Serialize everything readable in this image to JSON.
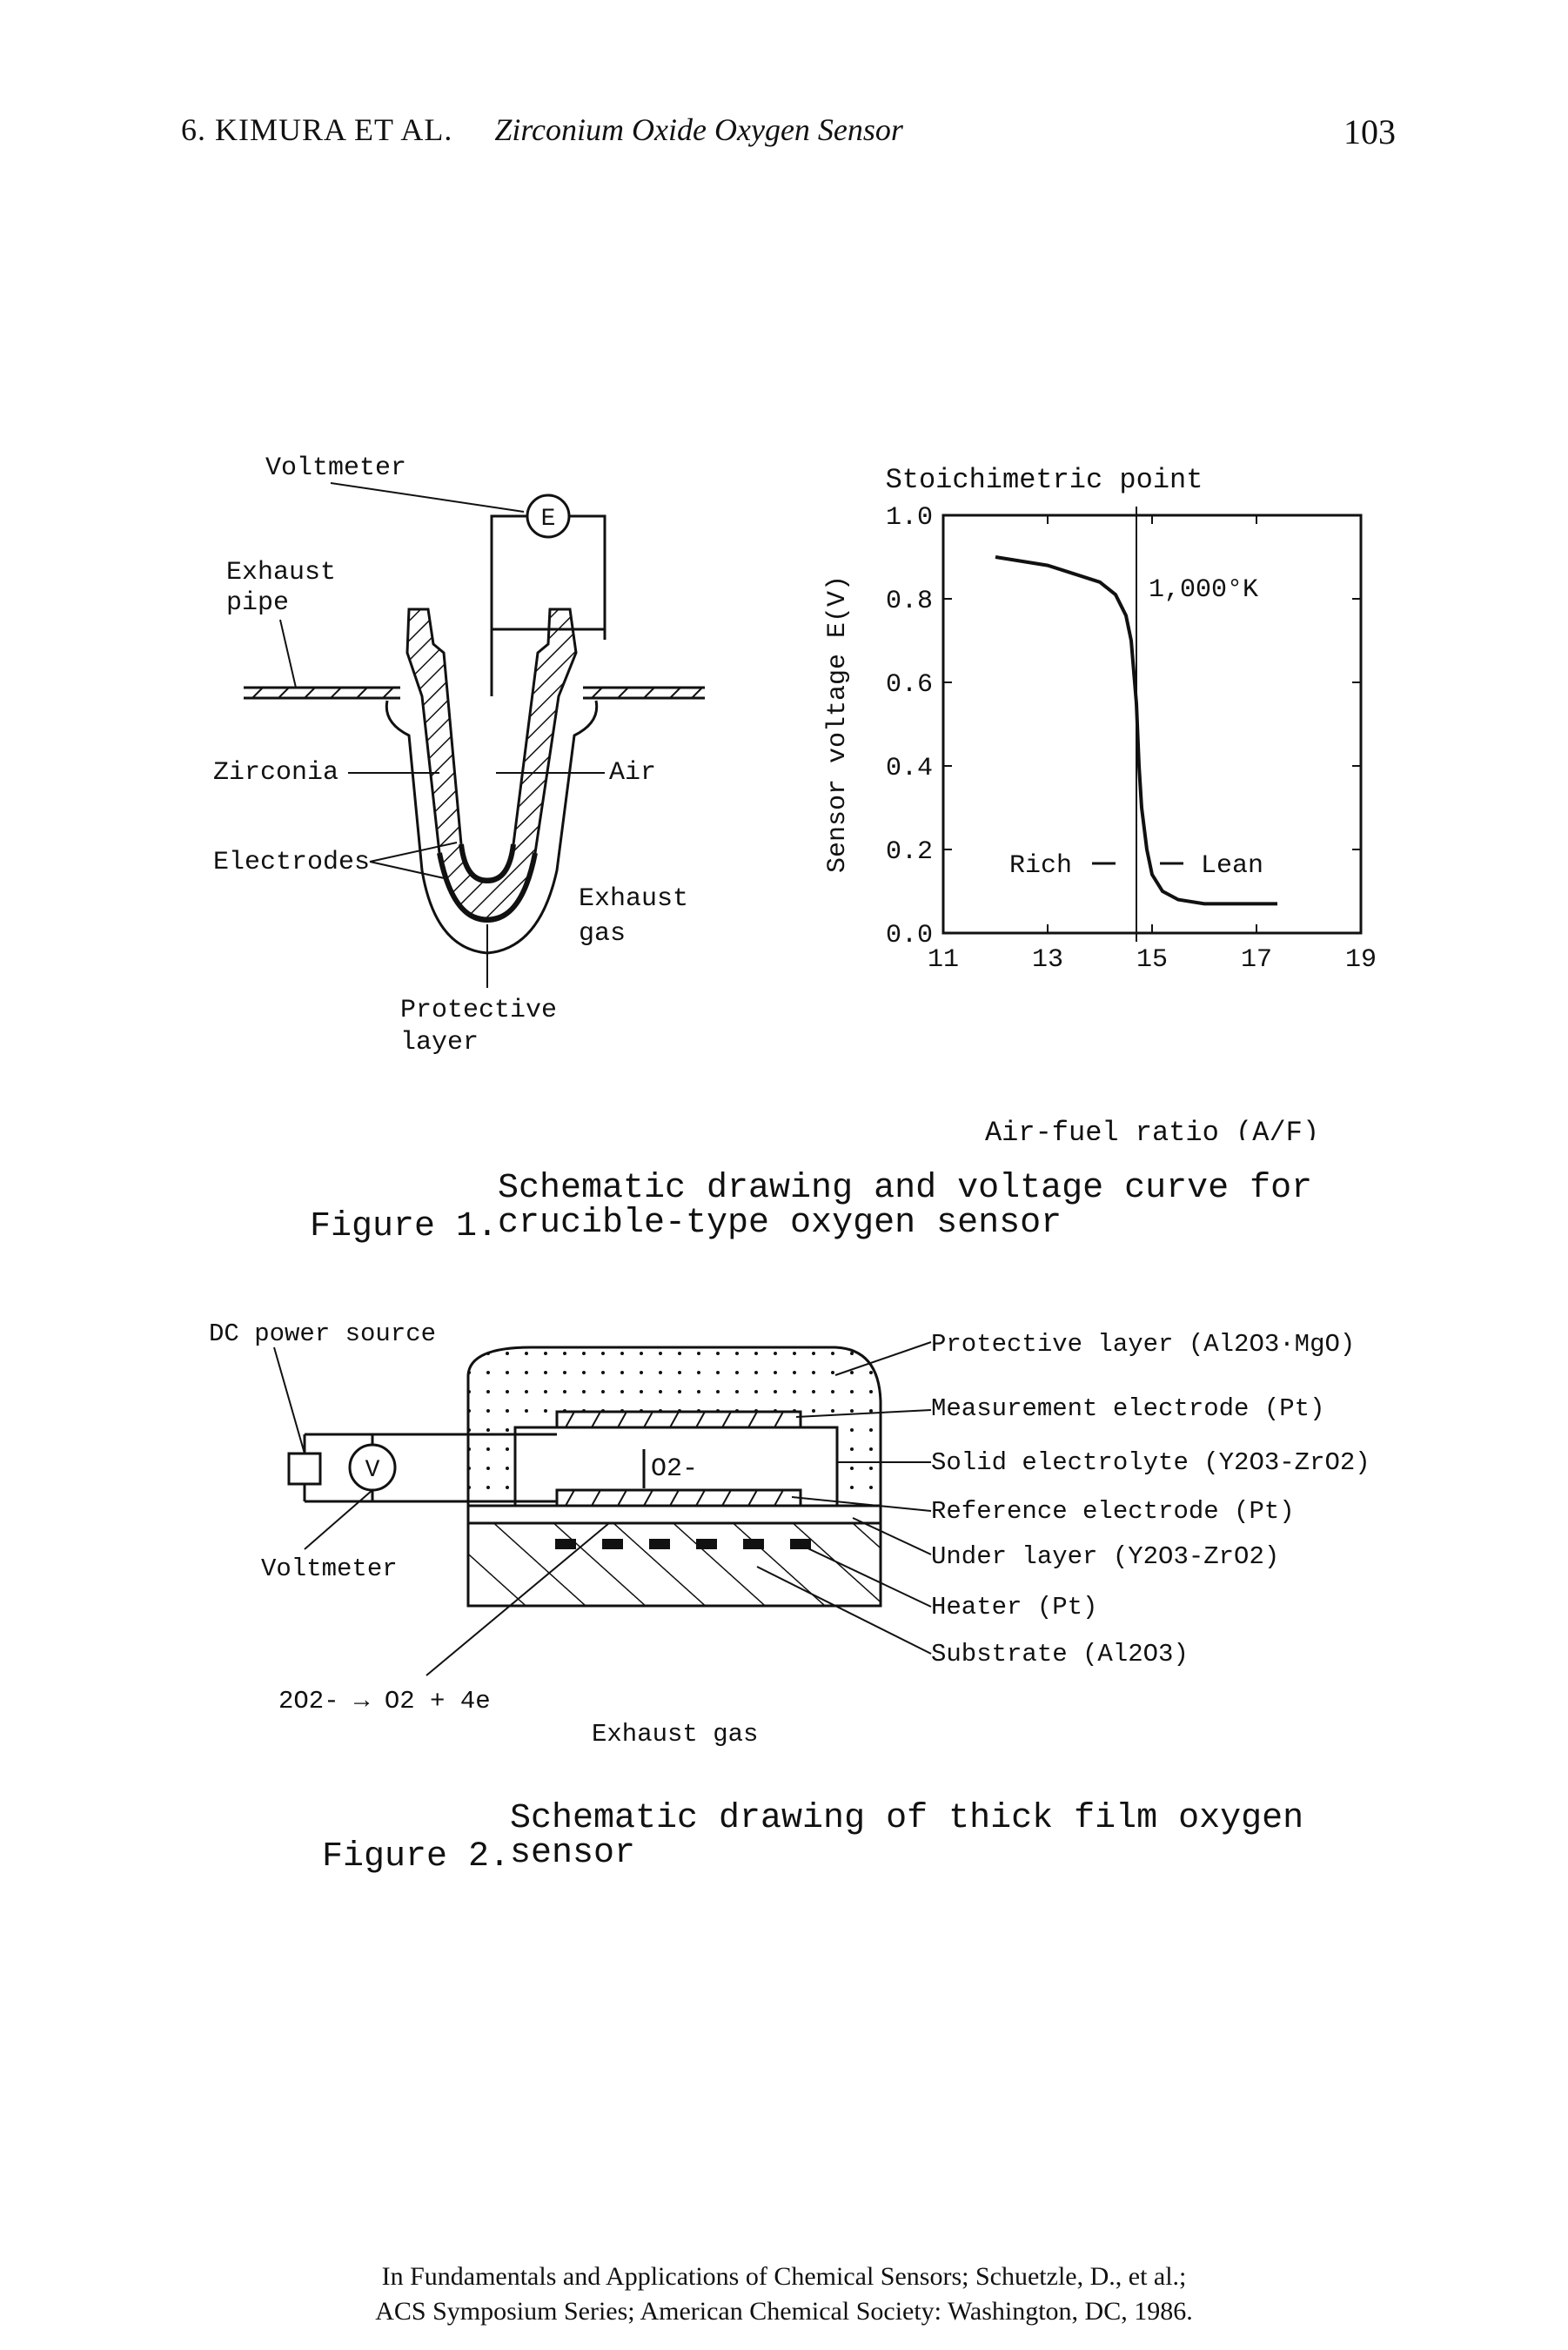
{
  "header": {
    "chapter_author": "6.  KIMURA ET AL.",
    "title": "Zirconium Oxide Oxygen Sensor",
    "page_number": "103"
  },
  "figure1": {
    "schematic_labels": {
      "voltmeter": "Voltmeter",
      "e": "E",
      "exhaust_pipe_1": "Exhaust",
      "exhaust_pipe_2": "pipe",
      "zirconia": "Zirconia",
      "air": "Air",
      "electrodes": "Electrodes",
      "exhaust_gas_1": "Exhaust",
      "exhaust_gas_2": "gas",
      "protective_layer_1": "Protective",
      "protective_layer_2": "layer"
    },
    "caption_label": "Figure 1.",
    "caption_line1": "Schematic drawing and voltage curve for",
    "caption_line2": "crucible-type oxygen sensor"
  },
  "chart_data": {
    "type": "line",
    "title": "Stoichimetric point",
    "xlabel": "Air-fuel ratio (A/F)",
    "ylabel": "Sensor voltage E(V)",
    "xlim": [
      11,
      19
    ],
    "ylim": [
      0.0,
      1.0
    ],
    "x_ticks": [
      "11",
      "13",
      "15",
      "17",
      "19"
    ],
    "y_ticks": [
      "0.0",
      "0.2",
      "0.4",
      "0.6",
      "0.8",
      "1.0"
    ],
    "vertical_line_x": 14.7,
    "annotations": {
      "temperature": "1,000°K",
      "rich": "Rich",
      "lean": "Lean"
    },
    "grid": false,
    "series": [
      {
        "x": [
          12.0,
          13.0,
          13.5,
          14.0,
          14.3,
          14.5,
          14.6,
          14.7,
          14.75,
          14.8,
          14.9,
          15.0,
          15.2,
          15.5,
          16.0,
          16.5,
          17.0,
          17.4
        ],
        "values": [
          0.9,
          0.88,
          0.86,
          0.84,
          0.81,
          0.76,
          0.7,
          0.55,
          0.4,
          0.3,
          0.2,
          0.14,
          0.1,
          0.08,
          0.07,
          0.07,
          0.07,
          0.07
        ]
      }
    ]
  },
  "figure2": {
    "labels": {
      "dc_power_source": "DC power source",
      "v": "V",
      "voltmeter": "Voltmeter",
      "o2_ion": "O2-",
      "reaction": "2O2- → O2 + 4e",
      "exhaust_gas": "Exhaust gas",
      "protective_layer": "Protective layer (Al2O3·MgO)",
      "measurement_electrode": "Measurement electrode (Pt)",
      "solid_electrolyte": "Solid electrolyte (Y2O3-ZrO2)",
      "reference_electrode": "Reference electrode (Pt)",
      "under_layer": "Under layer (Y2O3-ZrO2)",
      "heater": "Heater (Pt)",
      "substrate": "Substrate (Al2O3)"
    },
    "caption_label": "Figure 2.",
    "caption_line1": "Schematic drawing of thick film oxygen",
    "caption_line2": "sensor"
  },
  "footer": {
    "line1": "In Fundamentals and Applications of Chemical Sensors; Schuetzle, D., et al.;",
    "line2": "ACS Symposium Series; American Chemical Society: Washington, DC, 1986."
  }
}
